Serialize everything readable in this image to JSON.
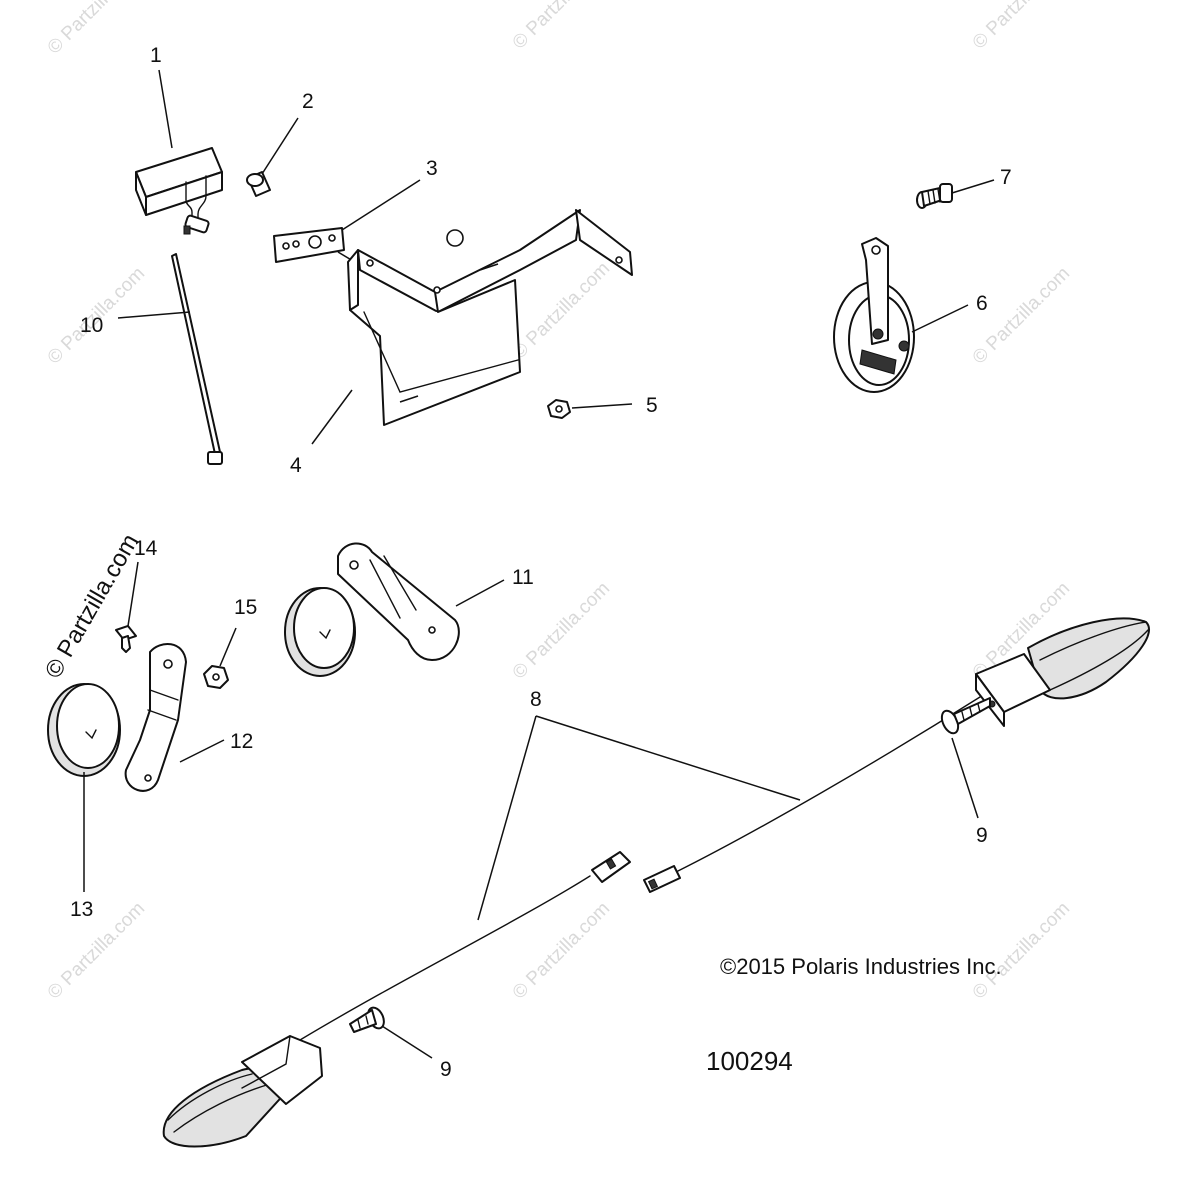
{
  "watermark": {
    "text": "© Partzilla.com"
  },
  "callouts": {
    "c1": "1",
    "c2": "2",
    "c3": "3",
    "c4": "4",
    "c5": "5",
    "c6": "6",
    "c7": "7",
    "c8": "8",
    "c9a": "9",
    "c9b": "9",
    "c10": "10",
    "c11": "11",
    "c12": "12",
    "c13": "13",
    "c14": "14",
    "c15": "15"
  },
  "footer": {
    "copyright": "©2015 Polaris Industries Inc.",
    "drawing_number": "100294"
  }
}
